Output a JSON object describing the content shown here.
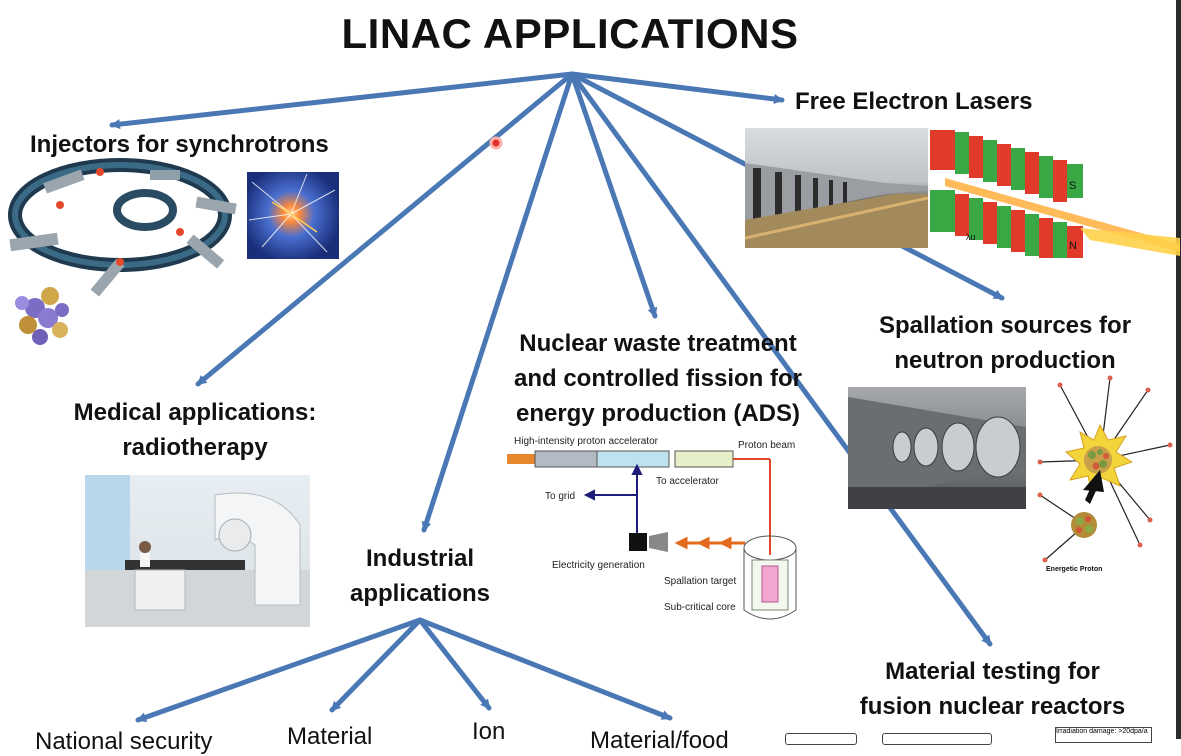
{
  "title": "LINAC APPLICATIONS",
  "labels": {
    "injectors": "Injectors for synchrotrons",
    "fel": "Free Electron Lasers",
    "medical_l1": "Medical applications:",
    "medical_l2": "radiotherapy",
    "nuclear_l1": "Nuclear waste treatment",
    "nuclear_l2": "and controlled fission for",
    "nuclear_l3": "energy production (ADS)",
    "spallation_l1": "Spallation sources for",
    "spallation_l2": "neutron production",
    "industrial_l1": "Industrial",
    "industrial_l2": "applications",
    "material_l1": "Material testing for",
    "material_l2": "fusion nuclear reactors"
  },
  "cutoff_labels": {
    "a": "National security",
    "b": "Material",
    "c": "Ion",
    "d": "Material/food",
    "e": "Irradiation damage: >20dpa/a"
  },
  "ads_diagram": {
    "accel": "High-intensity proton accelerator",
    "beam": "Proton beam",
    "to_accel": "To accelerator",
    "grid": "To grid",
    "elec": "Electricity generation",
    "target": "Spallation target",
    "core": "Sub-critical core"
  },
  "neutron_diagram": {
    "proton": "Energetic Proton"
  },
  "magnet_poles": {
    "s": "S",
    "n": "N",
    "lambda": "λu"
  },
  "colors": {
    "arrow": "#4a78b5",
    "laser_red": "#e03a2a",
    "laser_green": "#3aa845"
  }
}
